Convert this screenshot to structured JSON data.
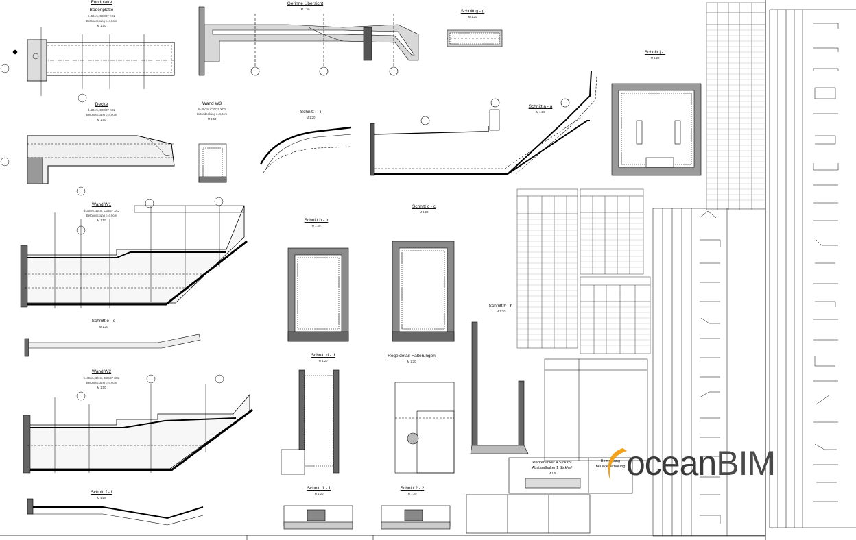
{
  "sheet": {
    "logo": {
      "brand_part1": "ocean",
      "brand_part2": "BIM",
      "swoosh_color": "#f3a21b",
      "text_color": "#3a3a3a"
    },
    "views": {
      "fundplatte": {
        "title": "Fundplatte",
        "subtitle": "Bodenplatte",
        "note1": "h=50cm, C30/37 XC2",
        "note2": "Betondeckung c=4,0cm",
        "scale": "M 1:50"
      },
      "uebersicht": {
        "title": "Gerinne Übersicht",
        "scale": "M 1:50"
      },
      "schnitt_gg": {
        "title": "Schnitt g - g",
        "scale": "M 1:20"
      },
      "decke": {
        "title": "Decke",
        "note1": "d=30cm, C30/37 XC2",
        "note2": "Betondeckung c=4,0cm",
        "scale": "M 1:50"
      },
      "wand_w3": {
        "title": "Wand W3",
        "note1": "h=25cm, C30/37 XC2",
        "note2": "Betondeckung c=4,0cm",
        "scale": "M 1:50"
      },
      "schnitt_ii": {
        "title": "Schnitt i - i",
        "scale": "M 1:20"
      },
      "schnitt_aa": {
        "title": "Schnitt a - a",
        "scale": "M 1:20"
      },
      "schnitt_jj": {
        "title": "Schnitt j - j",
        "scale": "M 1:20"
      },
      "wand_w1": {
        "title": "Wand W1",
        "note1": "d=30cm, 35cm, C30/37 XC2",
        "note2": "Betondeckung c=4,0cm",
        "scale": "M 1:50"
      },
      "schnitt_bb": {
        "title": "Schnitt b - b",
        "scale": "M 1:20"
      },
      "schnitt_cc": {
        "title": "Schnitt c - c",
        "scale": "M 1:20"
      },
      "schnitt_hh": {
        "title": "Schnitt h - h",
        "scale": "M 1:20"
      },
      "schnitt_ee": {
        "title": "Schnitt e - e",
        "scale": "M 1:20"
      },
      "wand_w2": {
        "title": "Wand W2",
        "note1": "h=40cm, 30cm, C30/37 XC2",
        "note2": "Betondeckung c=4,0cm",
        "scale": "M 1:50"
      },
      "schnitt_dd": {
        "title": "Schnitt d - d",
        "scale": "M 1:20"
      },
      "regeldetail": {
        "title": "Regeldetail Halterungen",
        "scale": "M 1:20"
      },
      "schnitt_ff": {
        "title": "Schnitt f - f",
        "scale": "M 1:20"
      },
      "schnitt_11": {
        "title": "Schnitt 1 - 1",
        "scale": "M 1:20"
      },
      "schnitt_22": {
        "title": "Schnitt 2 - 2",
        "scale": "M 1:20"
      },
      "anker_box": {
        "line1": "Rückenanker 4 Stck/m²",
        "line2": "Abstandhalter 1 Stck/m²",
        "scale": "M 1:5"
      },
      "remark_box": {
        "line1": "Bemerkung",
        "line2": "bei Wiederholung"
      }
    }
  }
}
